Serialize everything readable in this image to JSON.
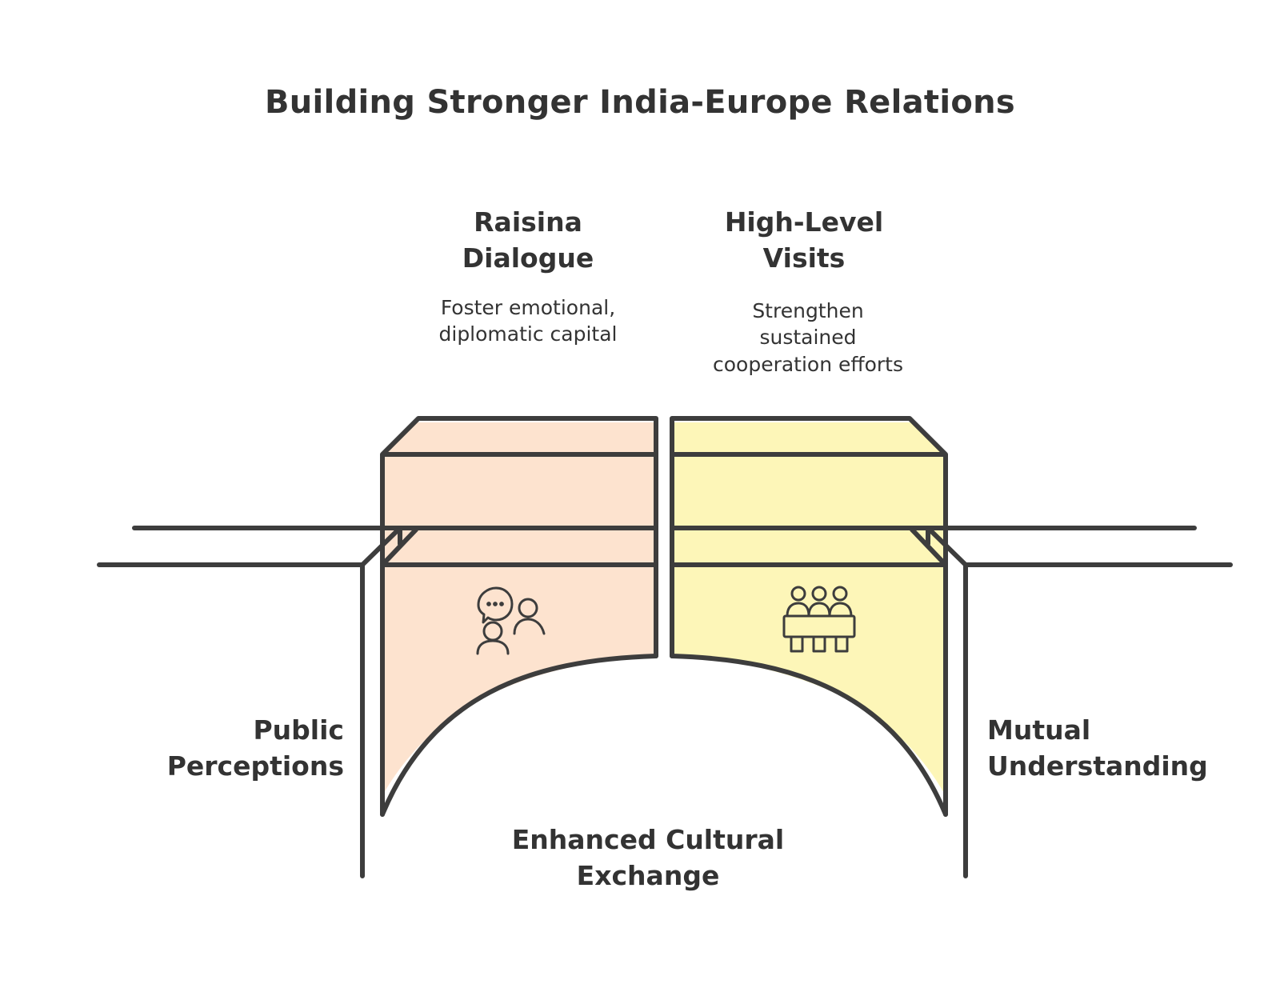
{
  "title": "Building Stronger India-Europe Relations",
  "pillars": [
    {
      "heading": "Raisina\nDialogue",
      "description": "Foster emotional,\ndiplomatic capital",
      "icon": "discussion-people-icon",
      "color": "#fde3cf"
    },
    {
      "heading": "High-Level\nVisits",
      "description": "Strengthen\nsustained\ncooperation efforts",
      "icon": "meeting-table-icon",
      "color": "#fdf6b8"
    }
  ],
  "left_label": "Public\nPerceptions",
  "right_label": "Mutual\nUnderstanding",
  "bottom_label": "Enhanced Cultural\nExchange",
  "colors": {
    "stroke": "#3d3d3d",
    "text": "#333333"
  }
}
